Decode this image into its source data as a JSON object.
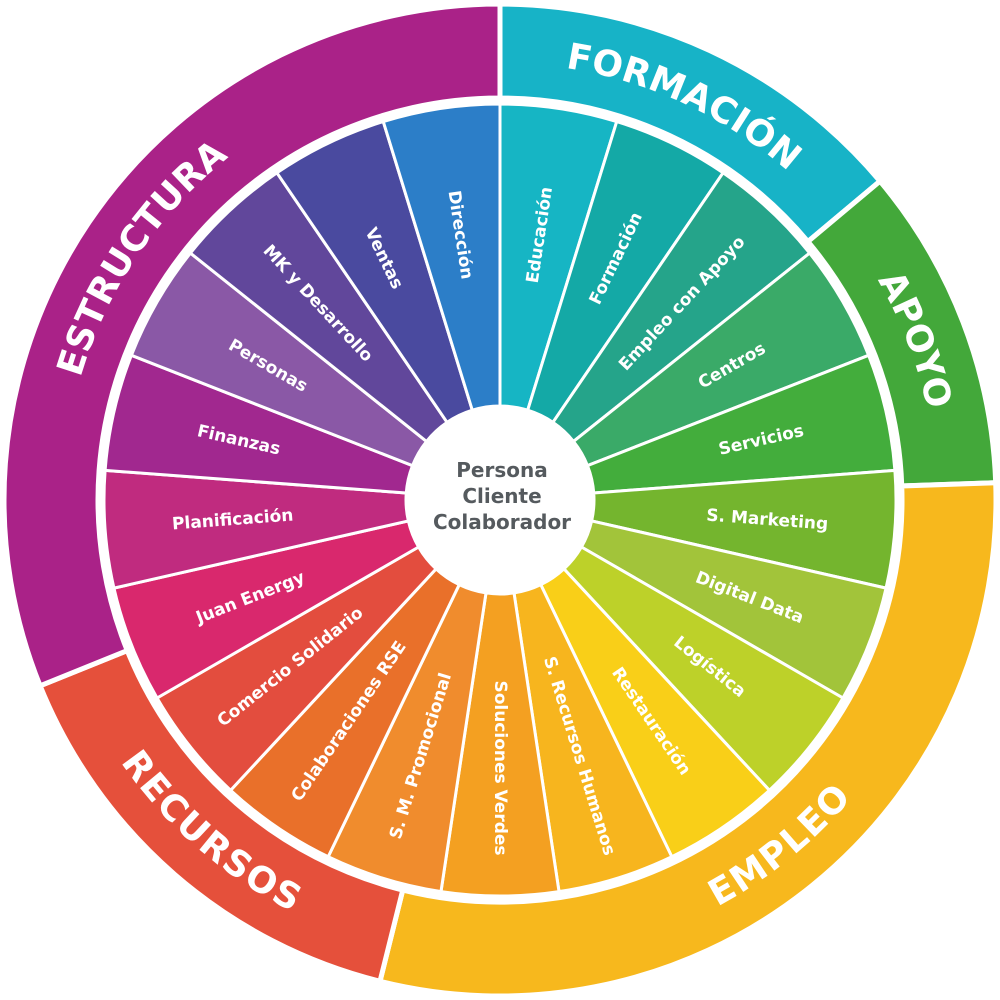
{
  "center": {
    "lines": [
      "Persona",
      "Cliente",
      "Colaborador"
    ],
    "text_color": "#555a5e"
  },
  "outer_ring": [
    {
      "label": "FORMACIÓN",
      "start_deg": 0,
      "end_deg": 50,
      "color": "#17b3c7"
    },
    {
      "label": "APOYO",
      "start_deg": 50,
      "end_deg": 88,
      "color": "#43a83a"
    },
    {
      "label": "EMPLEO",
      "start_deg": 88,
      "end_deg": 194,
      "color": "#f7b81d"
    },
    {
      "label": "RECURSOS",
      "start_deg": 194,
      "end_deg": 248,
      "color": "#e5503b"
    },
    {
      "label": "ESTRUCTURA",
      "start_deg": 248,
      "end_deg": 360,
      "color": "#aa2288"
    }
  ],
  "inner_ring": [
    {
      "label": "Educación",
      "color": "#16b5c4"
    },
    {
      "label": "Formación",
      "color": "#14a9a6"
    },
    {
      "label": "Empleo con Apoyo",
      "color": "#25a48a"
    },
    {
      "label": "Centros",
      "color": "#3aaa68"
    },
    {
      "label": "Servicios",
      "color": "#43ad3c"
    },
    {
      "label": "S. Marketing",
      "color": "#74b52e"
    },
    {
      "label": "Digital Data",
      "color": "#a2c43a"
    },
    {
      "label": "Logística",
      "color": "#bdd129"
    },
    {
      "label": "Restauración",
      "color": "#f9cf18"
    },
    {
      "label": "S. Recursos Humanos",
      "color": "#f7b51e"
    },
    {
      "label": "Soluciones Verdes",
      "color": "#f4a021"
    },
    {
      "label": "S. M. Promocional",
      "color": "#f08c2d"
    },
    {
      "label": "Colaboraciones RSE",
      "color": "#e9702a"
    },
    {
      "label": "Comercio Solidario",
      "color": "#e34d3e"
    },
    {
      "label": "Juan Energy",
      "color": "#d9286d"
    },
    {
      "label": "Planificación",
      "color": "#c02b7f"
    },
    {
      "label": "Finanzas",
      "color": "#a1288f"
    },
    {
      "label": "Personas",
      "color": "#8a58a6"
    },
    {
      "label": "MK y Desarrollo",
      "color": "#61479b"
    },
    {
      "label": "Ventas",
      "color": "#4a4a9f"
    },
    {
      "label": "Dirección",
      "color": "#2c7ec8"
    }
  ]
}
